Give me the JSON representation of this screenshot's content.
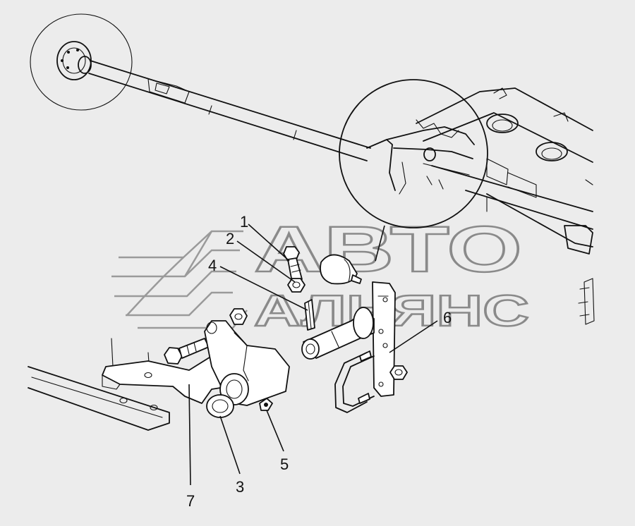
{
  "callouts": {
    "c1": "1",
    "c2": "2",
    "c3": "3",
    "c4": "4",
    "c5": "5",
    "c6": "6",
    "c7": "7"
  },
  "watermark": {
    "line1": "АВТО",
    "line2": "АЛЬЯНС"
  }
}
